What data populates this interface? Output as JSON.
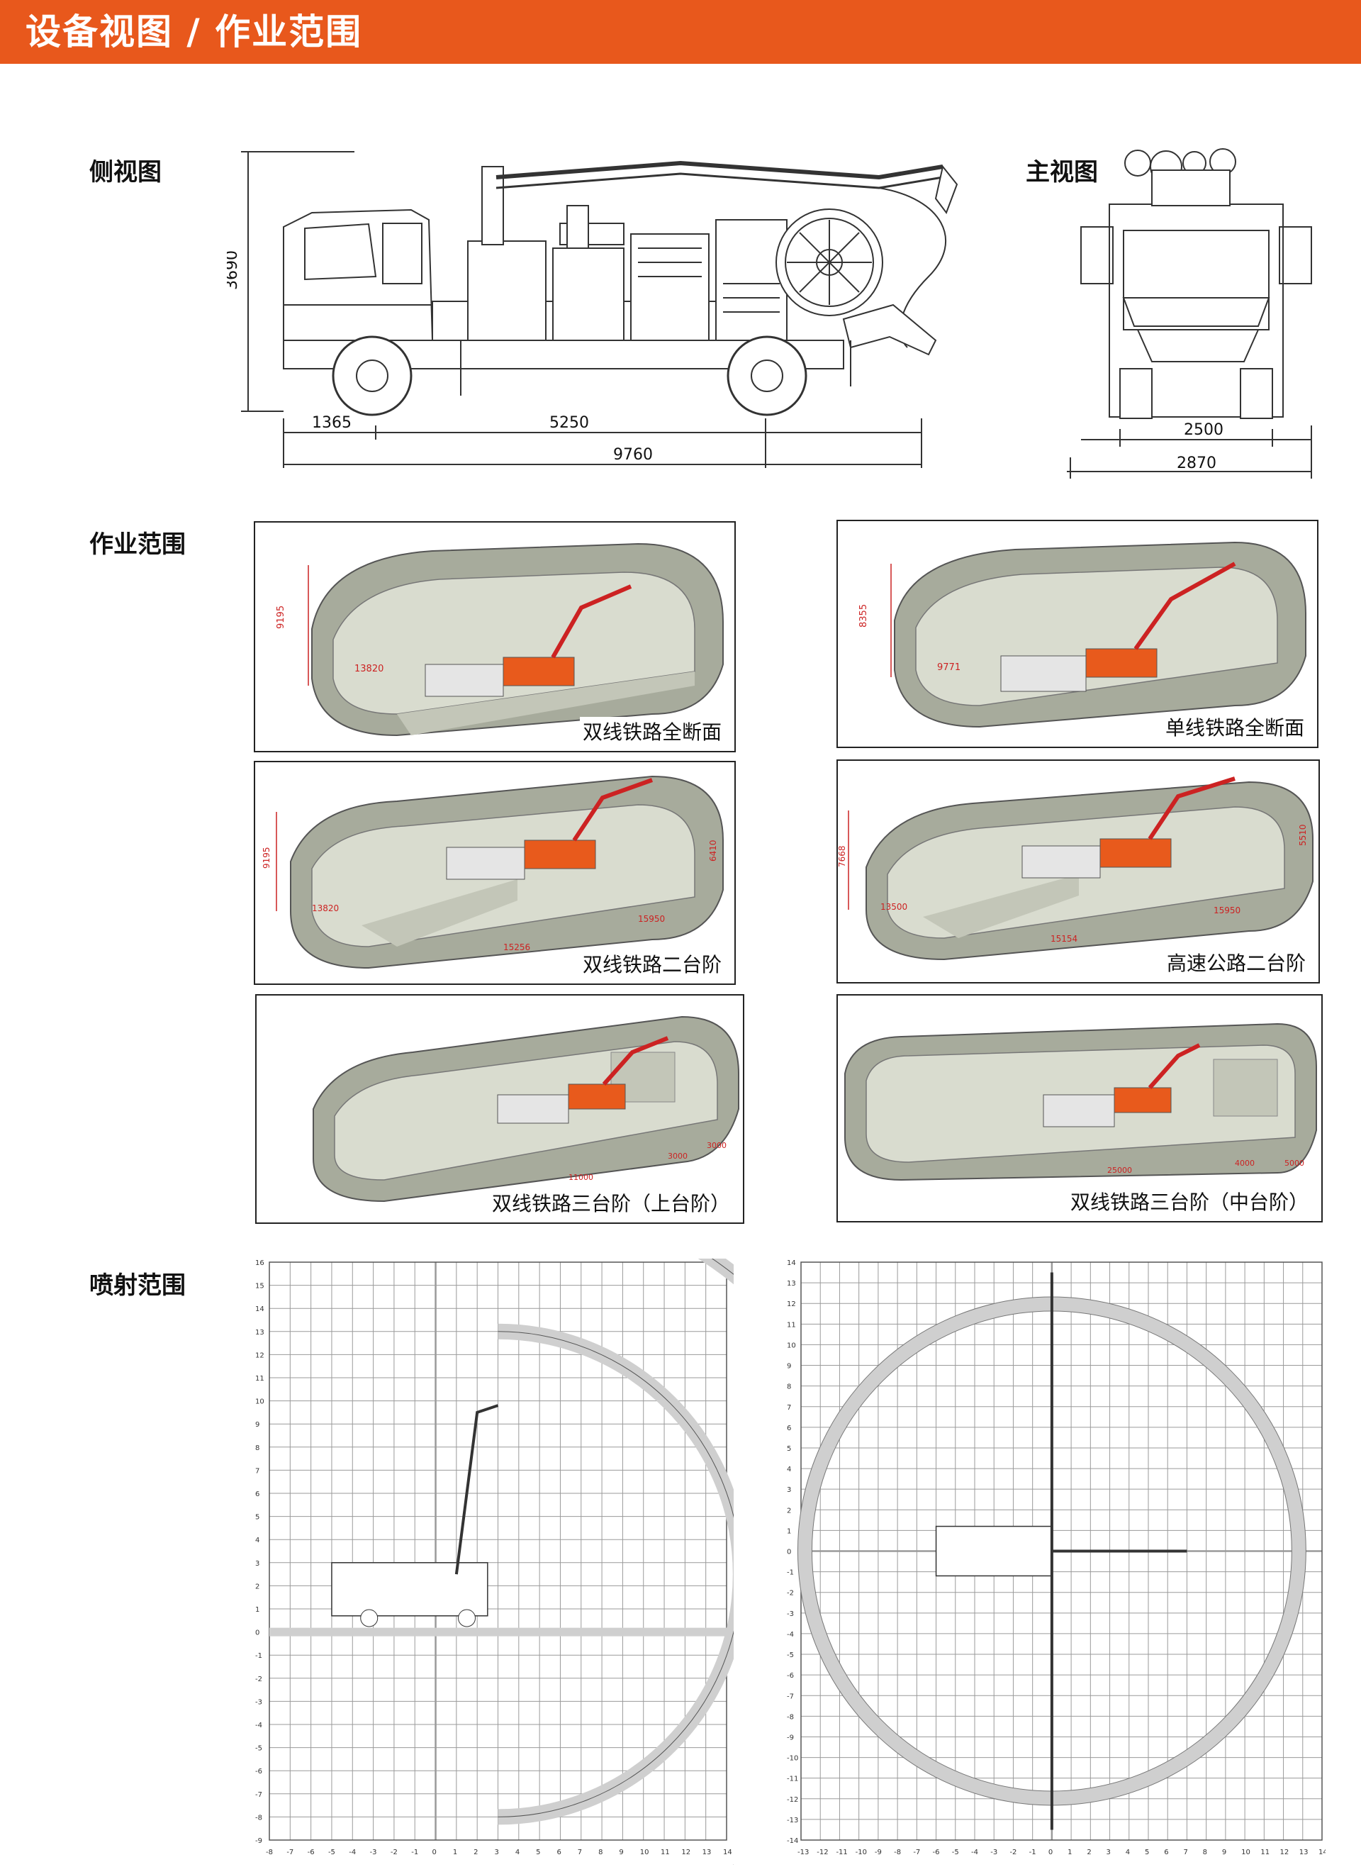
{
  "header": {
    "title": "设备视图 / 作业范围"
  },
  "sections": {
    "side_view": "侧视图",
    "front_view": "主视图",
    "work_range": "作业范围",
    "spray_range": "喷射范围"
  },
  "side_dims": {
    "height": "3690",
    "d1": "1365",
    "d2": "5250",
    "total": "9760"
  },
  "front_dims": {
    "track": "2500",
    "width": "2870"
  },
  "panels": [
    {
      "caption": "双线铁路全断面",
      "dims": [
        "9195",
        "13820"
      ]
    },
    {
      "caption": "单线铁路全断面",
      "dims": [
        "8355",
        "9771"
      ]
    },
    {
      "caption": "双线铁路二台阶",
      "dims": [
        "9195",
        "13820",
        "6410",
        "15256",
        "15950"
      ]
    },
    {
      "caption": "高速公路二台阶",
      "dims": [
        "7668",
        "13500",
        "5510",
        "15154",
        "15950"
      ]
    },
    {
      "caption": "双线铁路三台阶（上台阶）",
      "dims": [
        "11000",
        "3000",
        "3000"
      ]
    },
    {
      "caption": "双线铁路三台阶（中台阶）",
      "dims": [
        "25000",
        "4000",
        "5000"
      ]
    }
  ],
  "colors": {
    "accent": "#e8581c",
    "tunnel": "#a7ab9c",
    "arc": "#cfcfcf",
    "grid": "#9a9a9a"
  },
  "spray_left": {
    "x_ticks": [
      "-8",
      "-7",
      "-6",
      "-5",
      "-4",
      "-3",
      "-2",
      "-1",
      "0",
      "1",
      "2",
      "3",
      "4",
      "5",
      "6",
      "7",
      "8",
      "9",
      "10",
      "11",
      "12",
      "13",
      "14"
    ],
    "y_ticks": [
      "16",
      "15",
      "14",
      "13",
      "12",
      "11",
      "10",
      "9",
      "8",
      "7",
      "6",
      "5",
      "4",
      "3",
      "2",
      "1",
      "0",
      "-1",
      "-2",
      "-3",
      "-4",
      "-5",
      "-6",
      "-7",
      "-8",
      "-9"
    ]
  },
  "spray_right": {
    "x_ticks": [
      "-13",
      "-12",
      "-11",
      "-10",
      "-9",
      "-8",
      "-7",
      "-6",
      "-5",
      "-4",
      "-3",
      "-2",
      "-1",
      "0",
      "1",
      "2",
      "3",
      "4",
      "5",
      "6",
      "7",
      "8",
      "9",
      "10",
      "11",
      "12",
      "13",
      "14"
    ],
    "y_ticks": [
      "14",
      "13",
      "12",
      "11",
      "10",
      "9",
      "8",
      "7",
      "6",
      "5",
      "4",
      "3",
      "2",
      "1",
      "0",
      "-1",
      "-2",
      "-3",
      "-4",
      "-5",
      "-6",
      "-7",
      "-8",
      "-9",
      "-10",
      "-11",
      "-12",
      "-13",
      "-14"
    ]
  }
}
